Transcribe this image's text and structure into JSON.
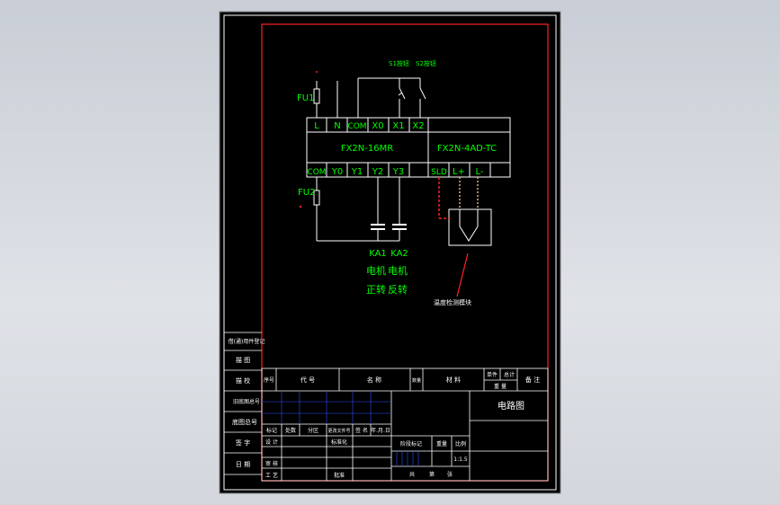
{
  "colors": {
    "paper": "#000000",
    "frame": "#ffffff",
    "border": "#ff2020",
    "wire": "#ffffff",
    "label": "#00ff00",
    "label_dark": "#00cc00",
    "callout": "#ff2020",
    "sensor_lead": "#d0b090",
    "table_line": "#ffffff",
    "table_grid_blue": "#3050ff",
    "table_text": "#ffffff"
  },
  "circuit": {
    "fuse1": "FU1",
    "fuse2": "FU2",
    "switch_labels": [
      "S1按钮",
      "S2按钮"
    ],
    "plc_top_terminals": [
      "L",
      "N",
      "COM",
      "X0",
      "X1",
      "X2"
    ],
    "plc_model": "FX2N-16MR",
    "ad_model": "FX2N-4AD-TC",
    "plc_bottom_terminals": [
      "COM",
      "Y0",
      "Y1",
      "Y2",
      "Y3",
      "SLD",
      "L+",
      "L-"
    ],
    "relays": [
      "KA1",
      "KA2"
    ],
    "motor_row1": [
      "电机",
      "电机"
    ],
    "motor_row2": [
      "正转",
      "反转"
    ],
    "sensor_label": "温度检测模块"
  },
  "side_stamps": [
    "借(通)用件登记",
    "描 图",
    "描 校",
    "旧底图总号",
    "底图总号",
    "签 字",
    "日 期"
  ],
  "title_block": {
    "header": [
      "序号",
      "代 号",
      "名 称",
      "数量",
      "材 料",
      "单件",
      "总计",
      "备 注"
    ],
    "weight_label": "重 量",
    "drawing_title": "电路图",
    "rev_header": [
      "标记",
      "处数",
      "分区",
      "更改文件号",
      "签 名",
      "年.月.日"
    ],
    "design": "设 计",
    "standard": "标准化",
    "stage_mark": "阶段标记",
    "weight": "重量",
    "scale_label": "比例",
    "scale": "1:1.5",
    "check": "审 核",
    "craft": "工 艺",
    "approve": "批准",
    "sheets_total": "共",
    "sheet_no": "第",
    "sheet_suffix": "张"
  }
}
